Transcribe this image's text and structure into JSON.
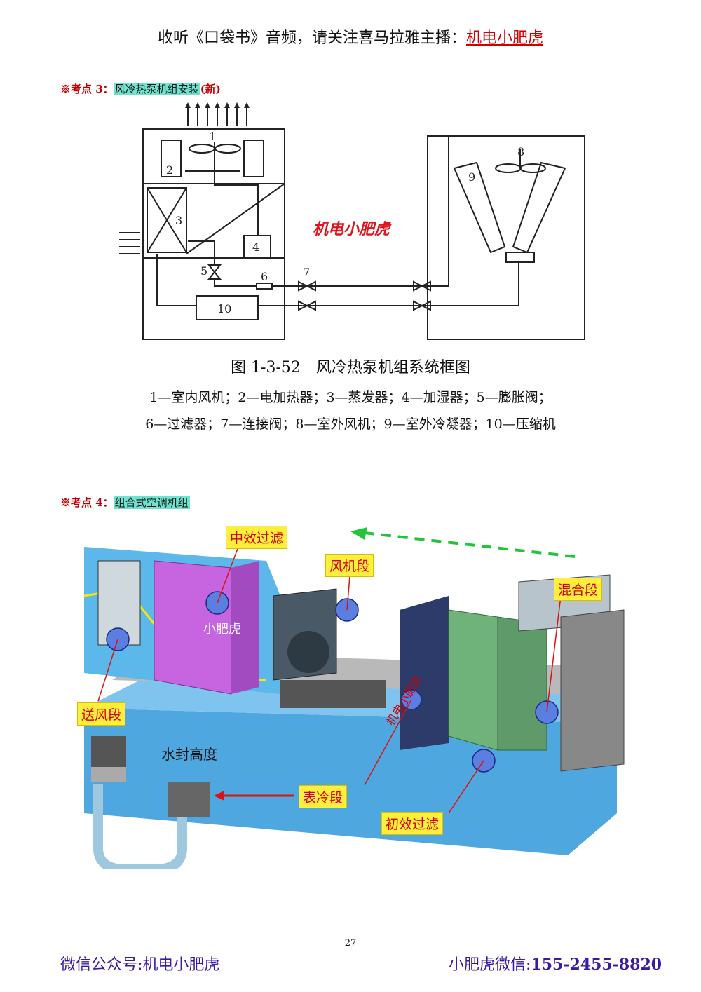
{
  "header": {
    "prefix": "收听《口袋书》音频，请关注喜马拉雅主播：",
    "author": "机电小肥虎"
  },
  "section3": {
    "mark": "※考点 3：",
    "topic": "风冷热泵机组安装",
    "suffix": "(新)",
    "watermark": "机电小肥虎",
    "diagram_numbers": [
      "1",
      "2",
      "3",
      "4",
      "5",
      "6",
      "7",
      "8",
      "9",
      "10"
    ],
    "caption": "图 1-3-52　风冷热泵机组系统框图",
    "legend_line1": "1—室内风机；2—电加热器；3—蒸发器；4—加湿器；5—膨胀阀；",
    "legend_line2": "6—过滤器；7—连接阀；8—室外风机；9—室外冷凝器；10—压缩机"
  },
  "section4": {
    "mark": "※考点 4：",
    "topic": "组合式空调机组",
    "labels": {
      "medium_filter": "中效过滤",
      "fan_section": "风机段",
      "mixing_section": "混合段",
      "supply_section": "送风段",
      "water_seal": "水封高度",
      "cooling_coil": "表冷段",
      "primary_filter": "初效过滤",
      "watermark_small": "小肥虎",
      "watermark_diag": "机电小肥虎"
    }
  },
  "page_number": "27",
  "footer": {
    "left": "微信公众号:机电小肥虎",
    "right_label": "小肥虎微信:",
    "right_number": "155-2455-8820"
  }
}
